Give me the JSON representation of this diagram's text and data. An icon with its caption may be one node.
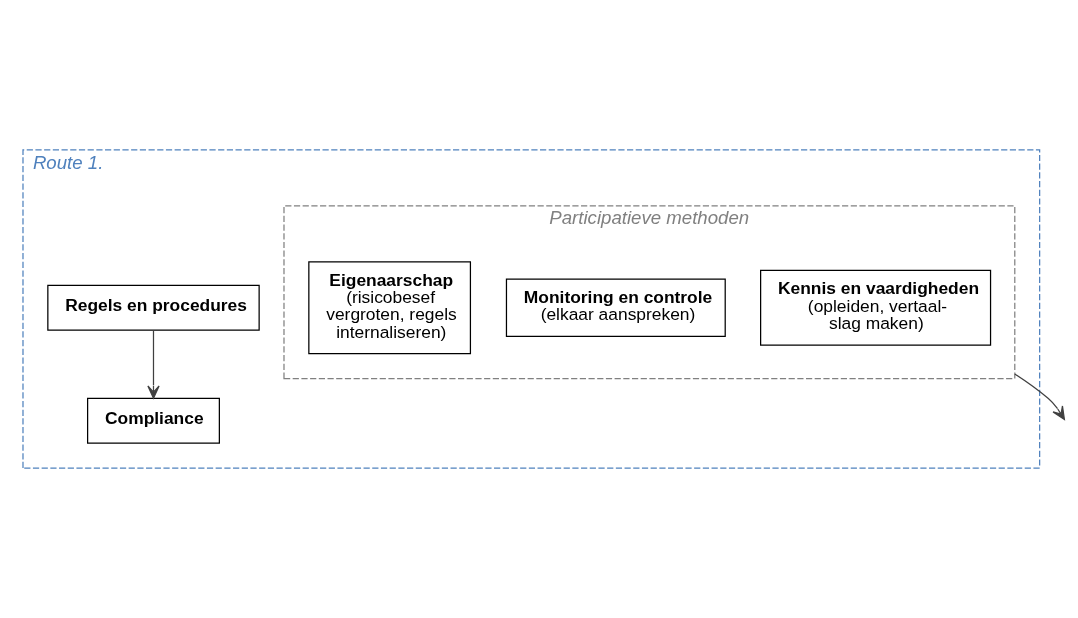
{
  "diagram": {
    "nodes": [
      {
        "text": [
          "Route 1."
        ]
      },
      {
        "text": [
          "Participatieve methoden"
        ],
        "in": 0
      },
      {
        "text": [
          "Kennis en vaardigheden",
          "(opleiden, vertaal-slag maken)"
        ],
        "in": 1
      },
      {
        "text": [
          "Monitoring en controle",
          "(elkaar aanspreken)"
        ],
        "in": 1
      },
      {
        "text": [
          "Eigenaarschap",
          "(risicobesef vergroten, regels internaliseren)"
        ],
        "in": 1
      },
      {
        "text": [
          "Regels en procedures"
        ],
        "in": 0
      },
      {
        "text": [
          "Compliance"
        ],
        "in": 0
      }
    ],
    "edges": [
      {
        "from": 5,
        "to": 6,
        "arrow": "to"
      },
      {
        "from": 1,
        "to": null,
        "arrow": "to"
      }
    ]
  }
}
